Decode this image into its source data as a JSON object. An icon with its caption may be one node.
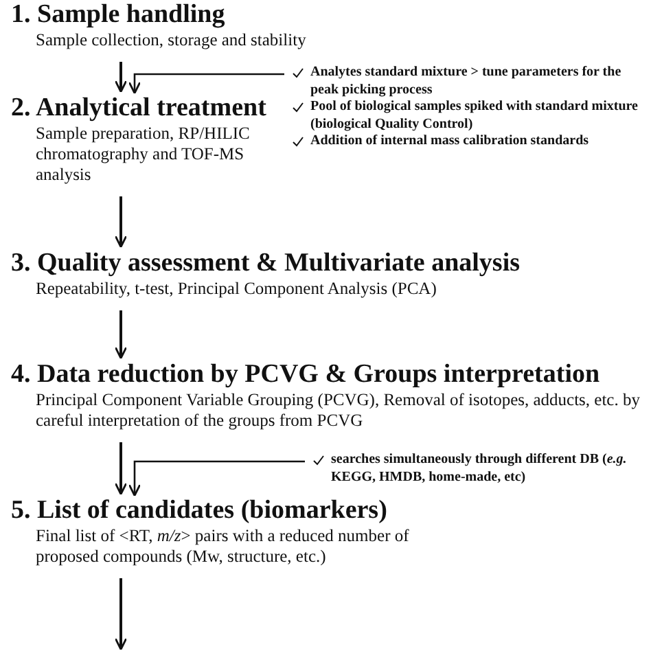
{
  "diagram": {
    "nodes": [
      {
        "text": [
          "1. Sample handling",
          "Sample collection, storage and stability"
        ]
      },
      {
        "text": [
          "2. Analytical treatment",
          "Sample preparation, RP/HILIC chromatography and TOF-MS analysis"
        ]
      },
      {
        "text": [
          "3. Quality assessment & Multivariate analysis",
          "Repeatability, t-test, Principal Component Analysis (PCA)"
        ]
      },
      {
        "text": [
          "4. Data reduction by PCVG & Groups interpretation",
          "Principal Component Variable Grouping (PCVG), Removal of isotopes, adducts, etc. by careful interpretation of the groups from PCVG"
        ]
      },
      {
        "text": [
          "5. List of candidates (biomarkers)",
          "Final list of <RT, *m/z*> pairs with a reduced number of proposed compounds (Mw, structure, etc.)"
        ]
      },
      {
        "text": [
          "Analytes standard mixture > tune parameters for the peak picking process",
          "Pool of biological samples spiked with standard mixture (biological Quality Control)",
          "Addition of internal mass calibration standards"
        ]
      },
      {
        "text": [
          "searches simultaneously through different DB (*e.g.* KEGG, HMDB, home-made, etc)"
        ]
      }
    ],
    "edges": [
      {
        "from": 0,
        "to": 1,
        "arrow": "to"
      },
      {
        "from": 5,
        "to": 1,
        "arrow": "to"
      },
      {
        "from": 1,
        "to": 2,
        "arrow": "to"
      },
      {
        "from": 2,
        "to": 3,
        "arrow": "to"
      },
      {
        "from": 3,
        "to": 4,
        "arrow": "to"
      },
      {
        "from": 6,
        "to": 4,
        "arrow": "to"
      },
      {
        "from": 4,
        "to": null,
        "arrow": "to"
      }
    ]
  }
}
